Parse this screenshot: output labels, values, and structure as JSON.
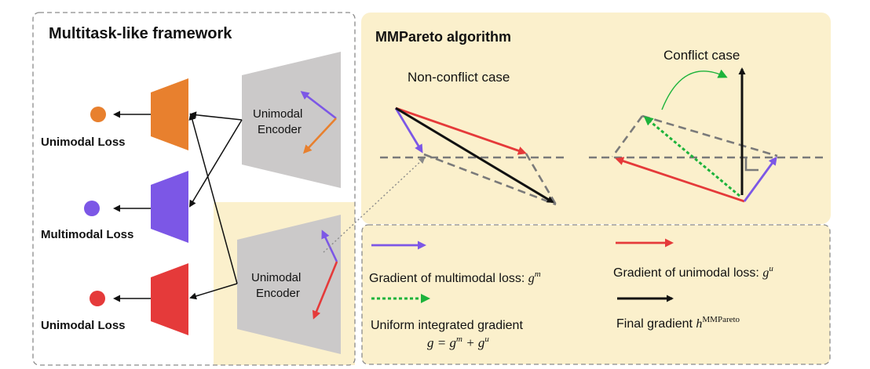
{
  "left_panel": {
    "title": "Multitask-like framework",
    "top_encoder_label": [
      "Unimodal",
      "Encoder"
    ],
    "bottom_encoder_label": [
      "Unimodal",
      "Encoder"
    ],
    "loss_top": "Unimodal Loss",
    "loss_mid": "Multimodal Loss",
    "loss_bottom": "Unimodal Loss"
  },
  "right_panel": {
    "title": "MMPareto algorithm",
    "nonconflict_label": "Non-conflict case",
    "conflict_label": "Conflict case"
  },
  "legend": {
    "multimodal_text": "Gradient of multimodal loss: ",
    "multimodal_sym": "g",
    "multimodal_sup": "m",
    "unimodal_text": "Gradient of unimodal loss: ",
    "unimodal_sym": "g",
    "unimodal_sup": "u",
    "uniform_text": "Uniform integrated gradient",
    "eq_lhs": "g = g",
    "eq_sup1": "m",
    "eq_mid": " + g",
    "eq_sup2": "u",
    "final_text": "Final gradient ",
    "final_sym": "h",
    "final_sup": "MMPareto"
  },
  "colors": {
    "orange": "#e8802e",
    "purple": "#7c57e6",
    "red": "#e53a3a",
    "green": "#1db33b",
    "encoder_gray": "#cbc9c9",
    "panel_yellow": "#fbf0cc",
    "dashed_gray": "#7a7a7a"
  }
}
